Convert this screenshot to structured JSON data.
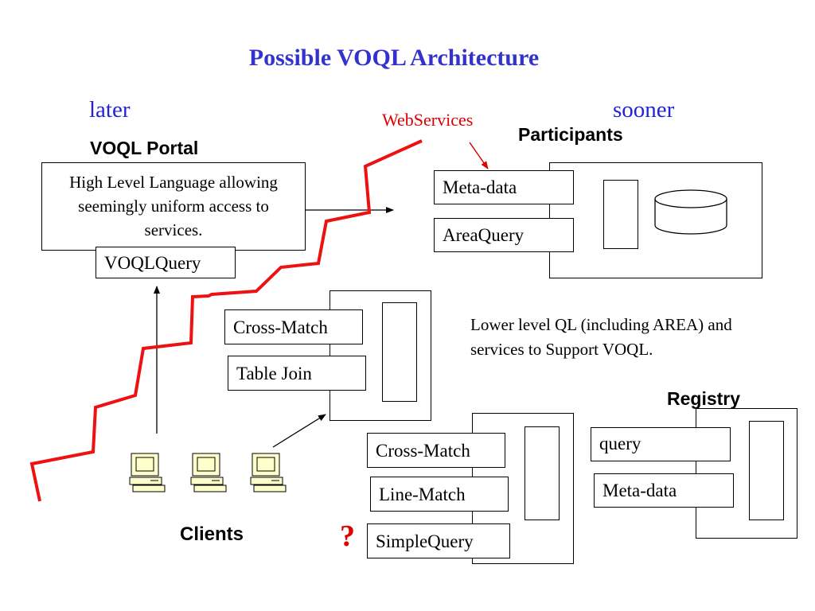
{
  "title": "Possible VOQL Architecture",
  "axis": {
    "later": "later",
    "sooner": "sooner"
  },
  "webservices": "WebServices",
  "portal": {
    "heading": "VOQL Portal",
    "text": "High Level Language allowing seemingly uniform access to services.",
    "query_label": "VOQLQuery"
  },
  "participants": {
    "heading": "Participants",
    "items": [
      "Meta-data",
      "AreaQuery"
    ]
  },
  "middle_service": {
    "items": [
      "Cross-Match",
      "Table Join"
    ]
  },
  "lower_note": "Lower level  QL (including AREA) and services to Support VOQL.",
  "lower_service": {
    "items": [
      "Cross-Match",
      "Line-Match",
      "SimpleQuery"
    ],
    "question_mark": "?"
  },
  "registry": {
    "heading": "Registry",
    "items": [
      "query",
      "Meta-data"
    ]
  },
  "clients": {
    "heading": "Clients"
  },
  "colors": {
    "title": "#3333cc",
    "axis": "#2222dd",
    "webservices": "#dd0000",
    "red_line": "#ee1111",
    "question": "#dd0000",
    "computer": "#ffffcc"
  }
}
